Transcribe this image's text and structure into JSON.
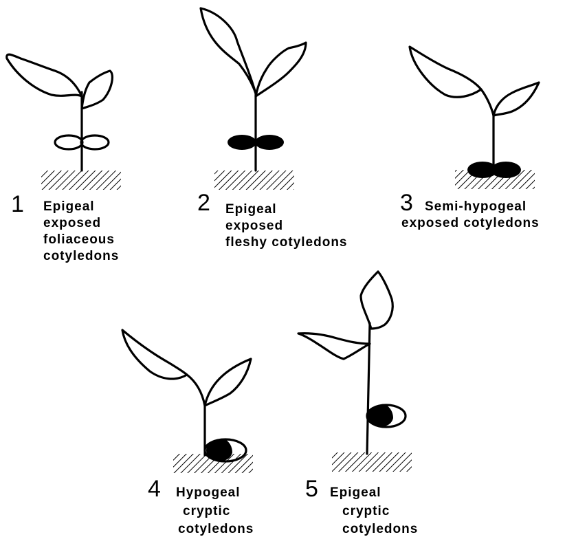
{
  "seedlings": [
    {
      "number": "1",
      "lines": [
        "Epigeal",
        "exposed",
        "foliaceous",
        "cotyledons"
      ]
    },
    {
      "number": "2",
      "lines": [
        "Epigeal",
        "exposed",
        "fleshy  cotyledons"
      ]
    },
    {
      "number": "3",
      "lines": [
        "Semi-hypogeal",
        "exposed  cotyledons"
      ]
    },
    {
      "number": "4",
      "lines": [
        "Hypogeal",
        "cryptic",
        "cotyledons"
      ]
    },
    {
      "number": "5",
      "lines": [
        "Epigeal",
        "cryptic",
        "cotyledons"
      ]
    }
  ]
}
